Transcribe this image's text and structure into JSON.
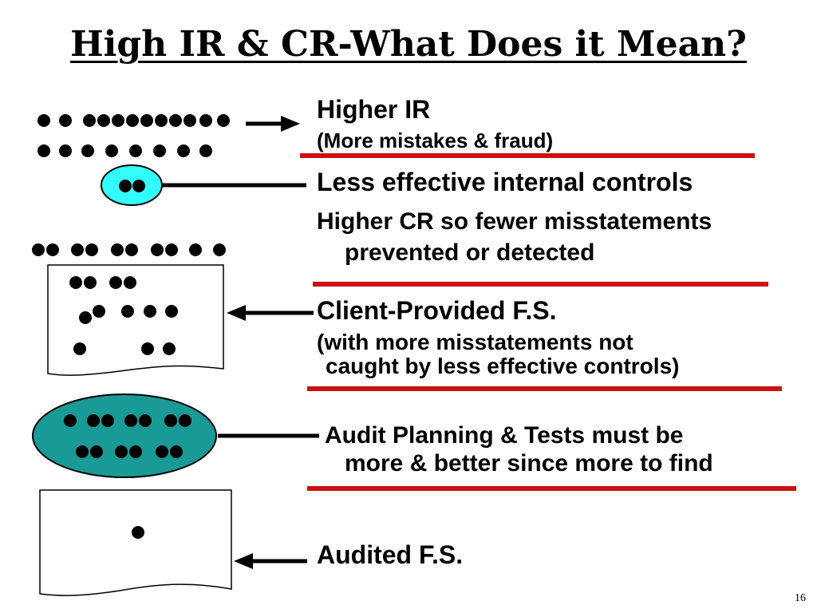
{
  "title": "High IR & CR-What Does it Mean?",
  "labels": {
    "higher_ir": "Higher IR",
    "higher_ir_note": "(More mistakes & fraud)",
    "less_controls": "Less effective internal controls",
    "higher_cr_1": "Higher CR so fewer misstatements",
    "higher_cr_2": "prevented or detected",
    "client_fs": "Client-Provided F.S.",
    "client_fs_note_1": "(with more misstatements not",
    "client_fs_note_2": "caught by less effective controls)",
    "audit_1": "Audit Planning & Tests must be",
    "audit_2": "more & better since more to find",
    "audited_fs": "Audited F.S."
  },
  "page_number": "16",
  "colors": {
    "divider": "#cc1111",
    "small_oval": "#33ffff",
    "large_oval": "#1a9a96",
    "ink": "#000000"
  }
}
